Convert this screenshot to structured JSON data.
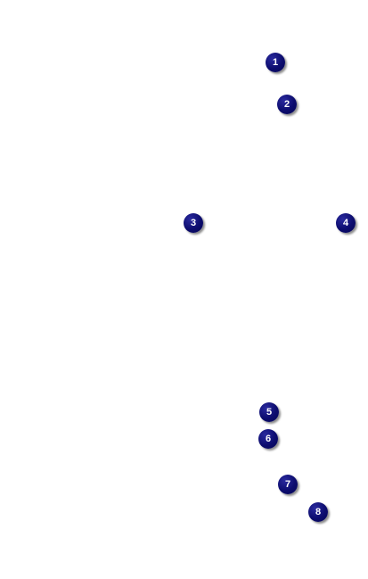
{
  "markers": [
    {
      "label": "1"
    },
    {
      "label": "2"
    },
    {
      "label": "3"
    },
    {
      "label": "4"
    },
    {
      "label": "5"
    },
    {
      "label": "6"
    },
    {
      "label": "7"
    },
    {
      "label": "8"
    }
  ],
  "colors": {
    "background": "#ffffff",
    "marker_fill": "#0c0c6e",
    "marker_text": "#ffffff"
  }
}
